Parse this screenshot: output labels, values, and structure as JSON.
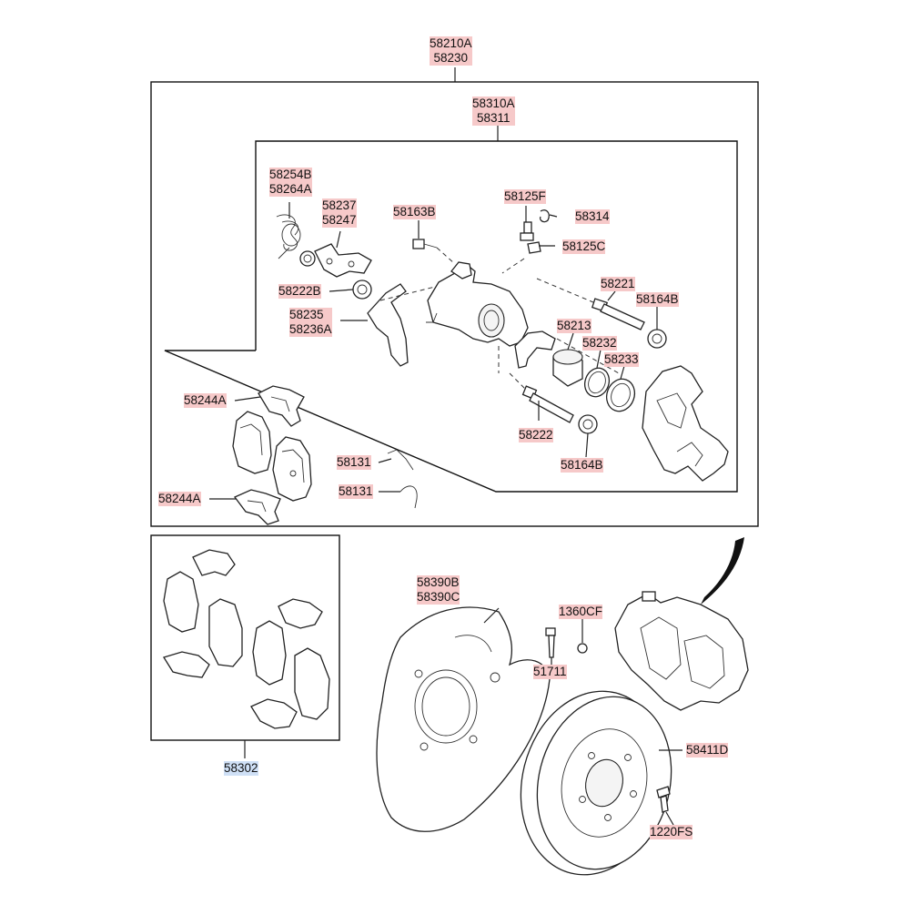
{
  "assembly": {
    "caliper_assy": [
      "58210A",
      "58230"
    ],
    "caliper_body": [
      "58310A",
      "58311"
    ]
  },
  "parts": {
    "p58254B": [
      "58254B",
      "58264A"
    ],
    "p58237": [
      "58237",
      "58247"
    ],
    "p58163B": [
      "58163B"
    ],
    "p58125F": [
      "58125F"
    ],
    "p58314": [
      "58314"
    ],
    "p58125C": [
      "58125C"
    ],
    "p58222B": [
      "58222B"
    ],
    "p58221": [
      "58221"
    ],
    "p58164B_top": [
      "58164B"
    ],
    "p58235": [
      "58235",
      "58236A"
    ],
    "p58213": [
      "58213"
    ],
    "p58232": [
      "58232"
    ],
    "p58233": [
      "58233"
    ],
    "p58244A_top": [
      "58244A"
    ],
    "p58131_top": [
      "58131"
    ],
    "p58222": [
      "58222"
    ],
    "p58164B_bot": [
      "58164B"
    ],
    "p58131_bot": [
      "58131"
    ],
    "p58244A_bot": [
      "58244A"
    ],
    "p58390B": [
      "58390B",
      "58390C"
    ],
    "p1360CF": [
      "1360CF"
    ],
    "p51711": [
      "51711"
    ],
    "p58411D": [
      "58411D"
    ],
    "p1220FS": [
      "1220FS"
    ],
    "p58302": [
      "58302"
    ]
  },
  "colors": {
    "label_highlight": "#f6c9c9",
    "label_highlight_blue": "#cfe0f6"
  }
}
